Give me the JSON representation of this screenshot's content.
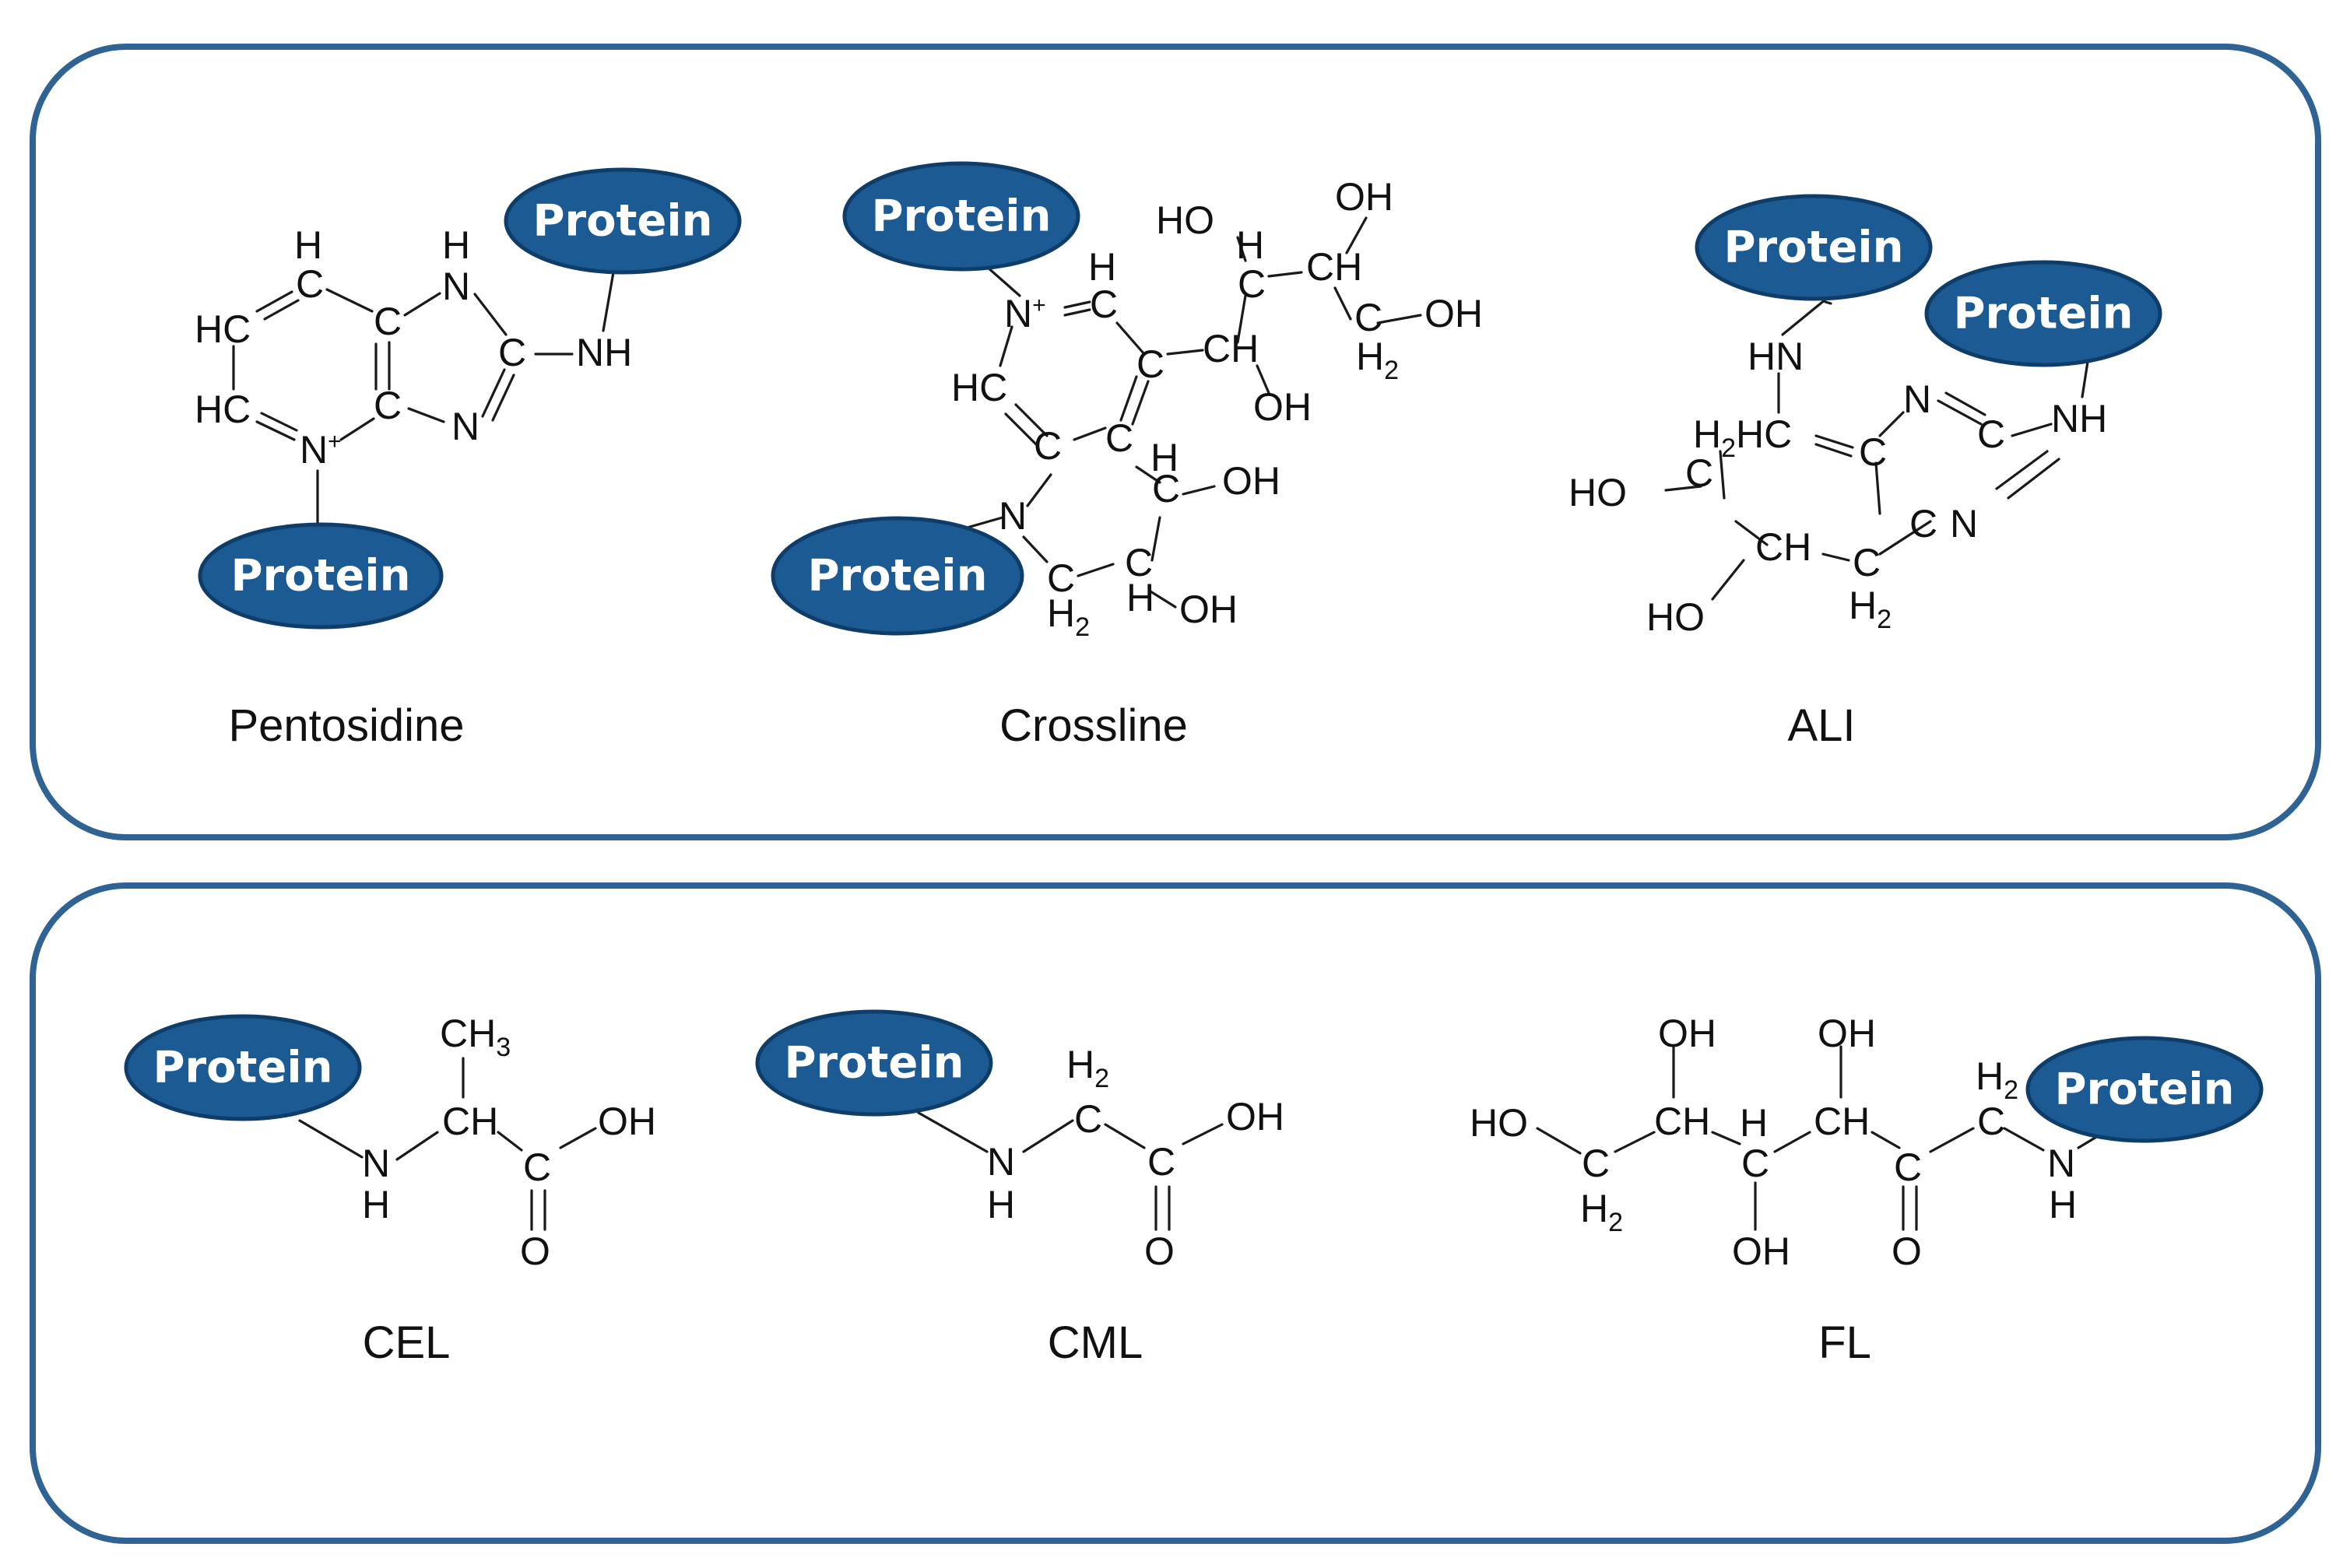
{
  "panels": [
    {
      "compounds": [
        {
          "name": "Pentosidine"
        },
        {
          "name": "Crossline"
        },
        {
          "name": "ALI"
        }
      ]
    },
    {
      "compounds": [
        {
          "name": "CEL"
        },
        {
          "name": "CML"
        },
        {
          "name": "FL"
        }
      ]
    }
  ],
  "protein_label": "Protein",
  "colors": {
    "panel_border": "#2f6394",
    "protein_fill": "#1c5a93",
    "protein_text": "#ffffff",
    "text": "#111111"
  }
}
